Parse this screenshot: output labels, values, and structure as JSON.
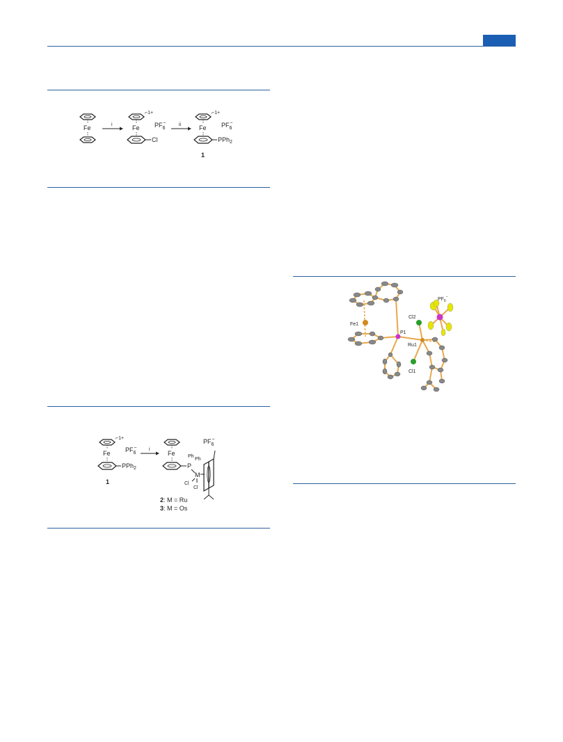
{
  "colors": {
    "accent": "#1a5fb4",
    "rule": "#2a5f9e",
    "bond": "#e8a84a",
    "fe": "#d08a20",
    "p": "#cc33cc",
    "cl": "#2a9d2a",
    "f": "#e6e600",
    "c": "#888888"
  },
  "scheme1": {
    "fe1": "Fe",
    "fe2": "Fe",
    "fe3": "Fe",
    "step1": "i",
    "step2": "ii",
    "charge2": "⌐1+",
    "charge3": "⌐1+",
    "anion2": "PF",
    "anion3": "PF",
    "sub6": "6",
    "sup": "−",
    "cl": "Cl",
    "pph2": "PPh",
    "sub2": "2",
    "compound": "1"
  },
  "scheme2": {
    "fe1": "Fe",
    "fe2": "Fe",
    "step": "i",
    "charge": "⌐1+",
    "anion1": "PF",
    "anion2": "PF",
    "sub6": "6",
    "sup": "−",
    "pph2": "PPh",
    "sub2": "2",
    "compound1": "1",
    "p": "P",
    "ph1": "Ph",
    "ph2": "Ph",
    "m": "M",
    "cl1": "Cl",
    "cl2": "Cl",
    "label2_num": "2",
    "label2_text": ": M = Ru",
    "label3_num": "3",
    "label3_text": ": M = Os"
  },
  "xray": {
    "fe1": "Fe1",
    "p1": "P1",
    "ru1": "Ru1",
    "cl1": "Cl1",
    "cl2": "Cl2",
    "pf6": "PF",
    "sub6": "6",
    "sup": "−"
  }
}
